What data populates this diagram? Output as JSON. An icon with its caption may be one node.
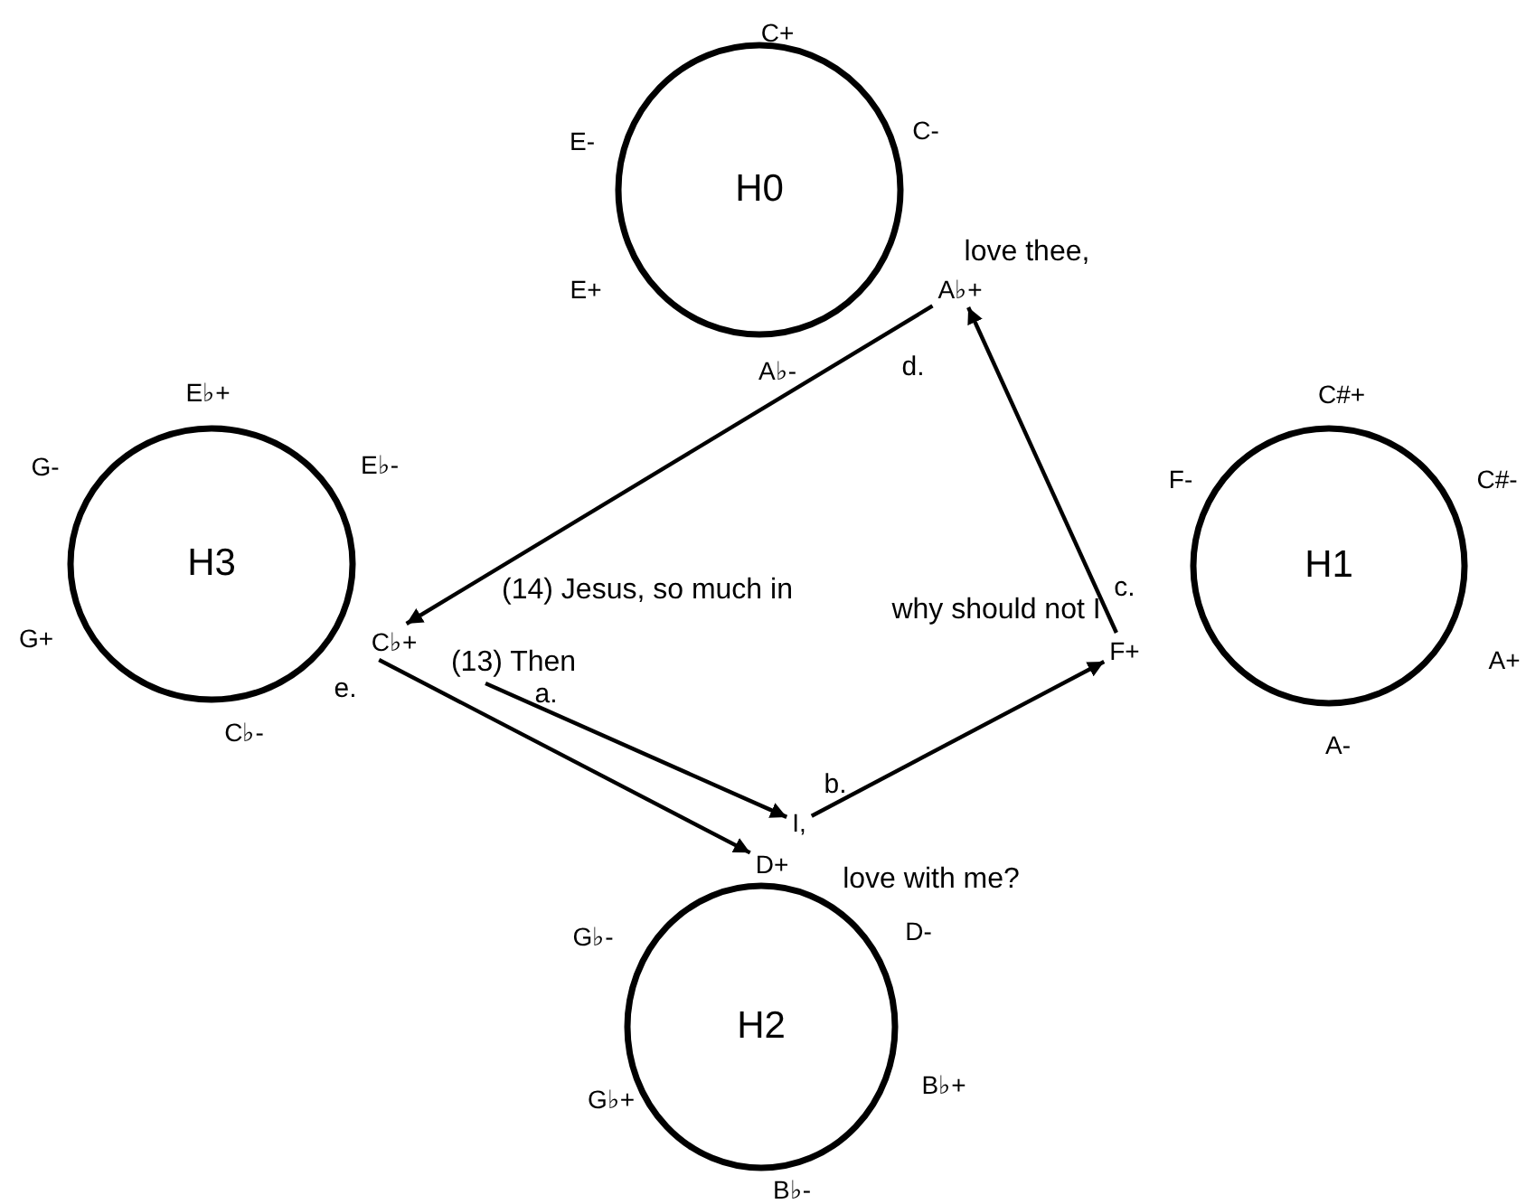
{
  "diagram": {
    "nodes": [
      {
        "text": [
          "H0"
        ],
        "beside": [
          "C+",
          "E-",
          "C-",
          "E+",
          "A♭-"
        ]
      },
      {
        "text": [
          "A♭+"
        ]
      },
      {
        "text": [
          "H3"
        ],
        "beside": [
          "E♭+",
          "G-",
          "E♭-",
          "G+",
          "C♭-"
        ]
      },
      {
        "text": [
          "C♭+"
        ]
      },
      {
        "text": [
          "H1"
        ],
        "beside": [
          "C#+",
          "F-",
          "C#-",
          "A+",
          "A-"
        ]
      },
      {
        "text": [
          "F+"
        ]
      },
      {
        "text": [
          "I,"
        ]
      },
      {
        "text": [
          "H2"
        ],
        "beside": [
          "G♭-",
          "D-",
          "G♭+",
          "B♭+",
          "B♭-"
        ]
      },
      {
        "text": [
          "D+"
        ]
      },
      {
        "text": [
          "(13) Then"
        ]
      }
    ],
    "edges": [
      {
        "from": 9,
        "to": 6,
        "arrow": "to",
        "label": "a."
      },
      {
        "from": 6,
        "to": 5,
        "arrow": "to",
        "label": "b."
      },
      {
        "from": 5,
        "to": 1,
        "arrow": "to",
        "label": "c."
      },
      {
        "from": 1,
        "to": 3,
        "arrow": "to",
        "label": "d."
      },
      {
        "from": 3,
        "to": 8,
        "arrow": "to",
        "label": "e."
      }
    ],
    "labels": [
      "love thee,",
      "(14) Jesus, so much in",
      "why should not I",
      "love with me?"
    ]
  }
}
